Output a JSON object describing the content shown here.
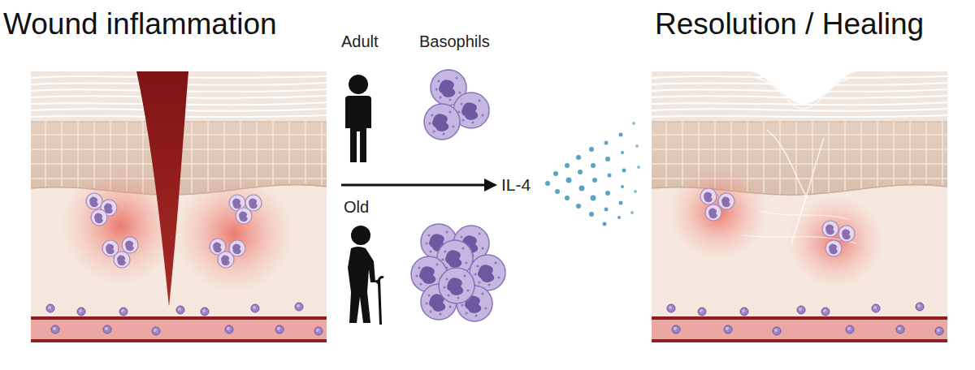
{
  "diagram": {
    "nodes": [
      {
        "text": [
          "Wound inflammation"
        ]
      },
      {
        "text": [
          "Resolution / Healing"
        ]
      }
    ],
    "labels": [
      "Adult",
      "Basophils",
      "Old",
      "IL-4"
    ]
  }
}
